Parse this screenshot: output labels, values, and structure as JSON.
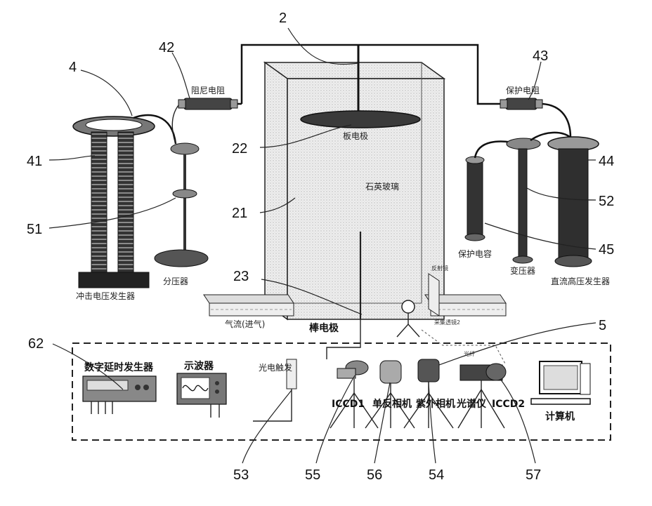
{
  "callouts": {
    "n2": "2",
    "n4": "4",
    "n42": "42",
    "n43": "43",
    "n22": "22",
    "n41": "41",
    "n44": "44",
    "n21": "21",
    "n52": "52",
    "n51": "51",
    "n45": "45",
    "n23": "23",
    "n5": "5",
    "n62": "62",
    "n53": "53",
    "n55": "55",
    "n56": "56",
    "n54": "54",
    "n57": "57"
  },
  "labels": {
    "damping_resistor": "阻尼电阻",
    "protect_resistor": "保护电阻",
    "plate_electrode": "板电极",
    "quartz_glass": "石英玻璃",
    "protect_capacitor": "保护电容",
    "transformer_right": "变压器",
    "dc_generator": "直流高压发生器",
    "impulse_generator": "冲击电压发生器",
    "divider": "分压器",
    "rod_electrode": "棒电极",
    "gas_in": "气流(进气)",
    "delay_generator": "数字延时发生器",
    "oscilloscope": "示波器",
    "photo_trigger": "光电触发",
    "icdd1": "ICCD1",
    "slr_camera": "单反相机",
    "uv_camera": "紫外相机",
    "spectrometer": "光谱仪",
    "icdd2": "ICCD2",
    "computer": "计算机",
    "collect_lens": "采集透镜2",
    "photo_fiber": "光纤",
    "mirror": "反射镜"
  }
}
